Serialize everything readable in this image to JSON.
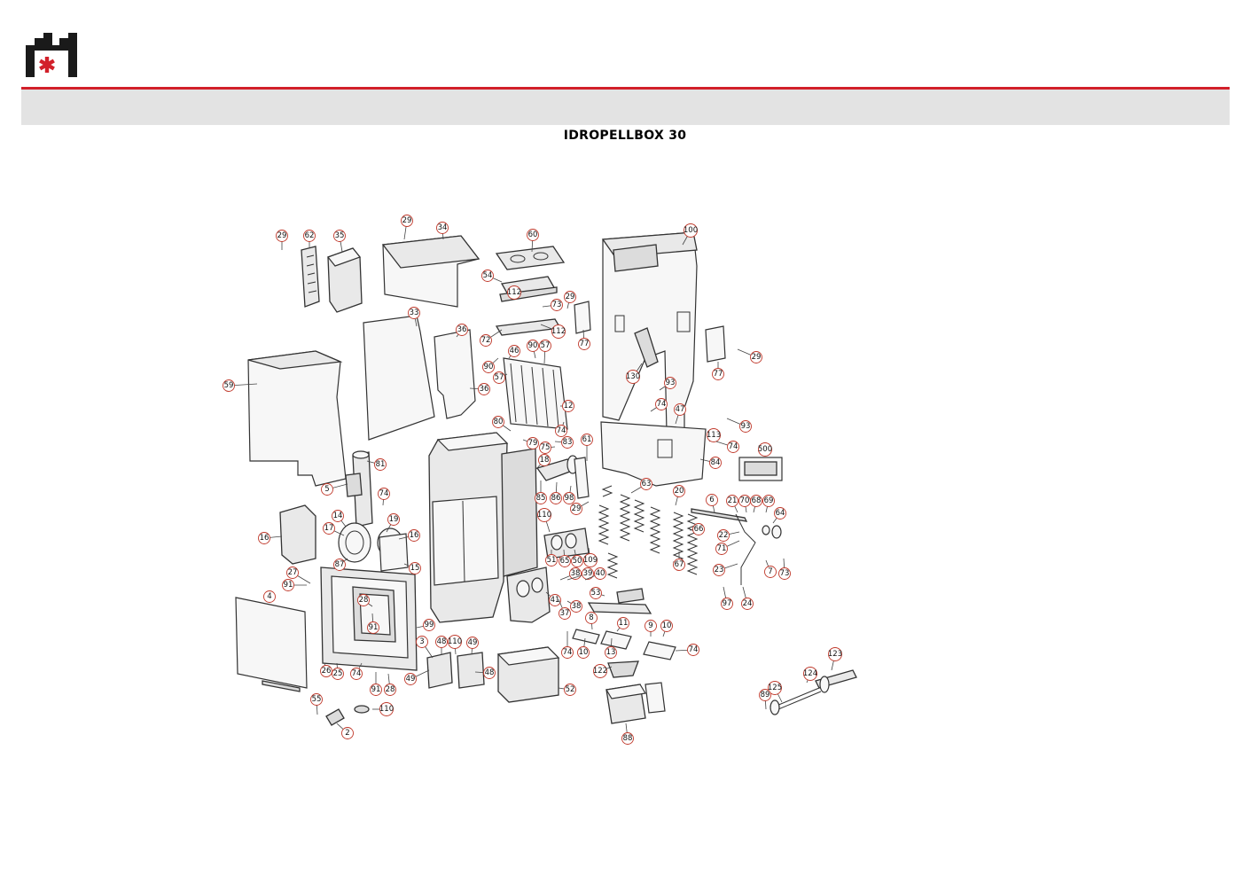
{
  "header": {
    "logo": "company-logo",
    "accent_color": "#d2202a",
    "band_color": "#e3e3e3"
  },
  "document": {
    "title": "IDROPELLBOX 30"
  },
  "diagram": {
    "type": "exploded-parts-view",
    "callout_color": "#c0392b",
    "callout_labels": [
      "29",
      "62",
      "35",
      "29",
      "34",
      "60",
      "100",
      "54",
      "112",
      "29",
      "73",
      "77",
      "33",
      "36",
      "72",
      "112",
      "46",
      "90",
      "57",
      "90",
      "57",
      "59",
      "36",
      "12",
      "77",
      "29",
      "130",
      "93",
      "74",
      "47",
      "93",
      "80",
      "79",
      "75",
      "83",
      "61",
      "74",
      "113",
      "74",
      "500",
      "84",
      "81",
      "18",
      "5",
      "74",
      "19",
      "16",
      "14",
      "17",
      "87",
      "16",
      "15",
      "85",
      "86",
      "98",
      "63",
      "20",
      "29",
      "6",
      "21",
      "70",
      "68",
      "69",
      "64",
      "66",
      "110",
      "51",
      "65",
      "50",
      "109",
      "22",
      "71",
      "23",
      "7",
      "73",
      "67",
      "38",
      "39",
      "40",
      "27",
      "91",
      "28",
      "91",
      "99",
      "41",
      "53",
      "37",
      "38",
      "4",
      "24",
      "97",
      "8",
      "11",
      "9",
      "10",
      "48",
      "110",
      "49",
      "74",
      "10",
      "13",
      "74",
      "25",
      "26",
      "74",
      "91",
      "28",
      "49",
      "48",
      "3",
      "52",
      "122",
      "123",
      "124",
      "125",
      "89",
      "110",
      "55",
      "2",
      "88"
    ]
  }
}
